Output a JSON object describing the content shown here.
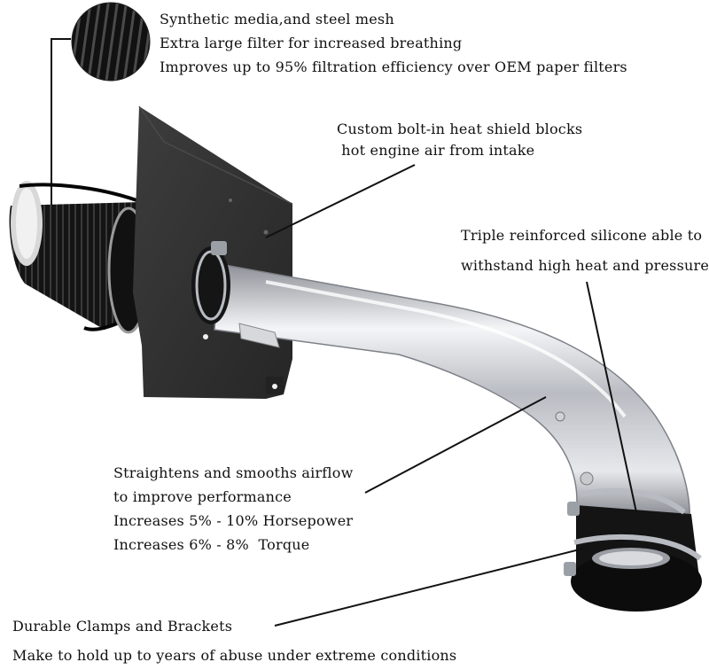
{
  "callouts": {
    "filter": [
      "Synthetic media,and steel mesh",
      "Extra large filter for increased breathing",
      "Improves up to 95% filtration efficiency over OEM paper filters"
    ],
    "heat_shield": [
      "Custom bolt-in heat shield blocks",
      " hot engine air from intake"
    ],
    "silicone": [
      "Triple reinforced silicone able to",
      "withstand high heat and pressure"
    ],
    "airflow": [
      "Straightens and smooths airflow",
      "to improve performance",
      "Increases 5% - 10% Horsepower",
      "Increases 6% - 8%  Torque"
    ],
    "clamps": [
      "Durable Clamps and Brackets",
      "Make to hold up to years of abuse under extreme conditions"
    ]
  },
  "colors": {
    "background": "#ffffff",
    "text": "#111111",
    "filter_media": "#1c1c1c",
    "heat_shield": "#2e2e2e",
    "polished_pipe": "#c9ccd2",
    "silicone_coupler": "#151515",
    "clamp_steel": "#b8bcc2"
  }
}
